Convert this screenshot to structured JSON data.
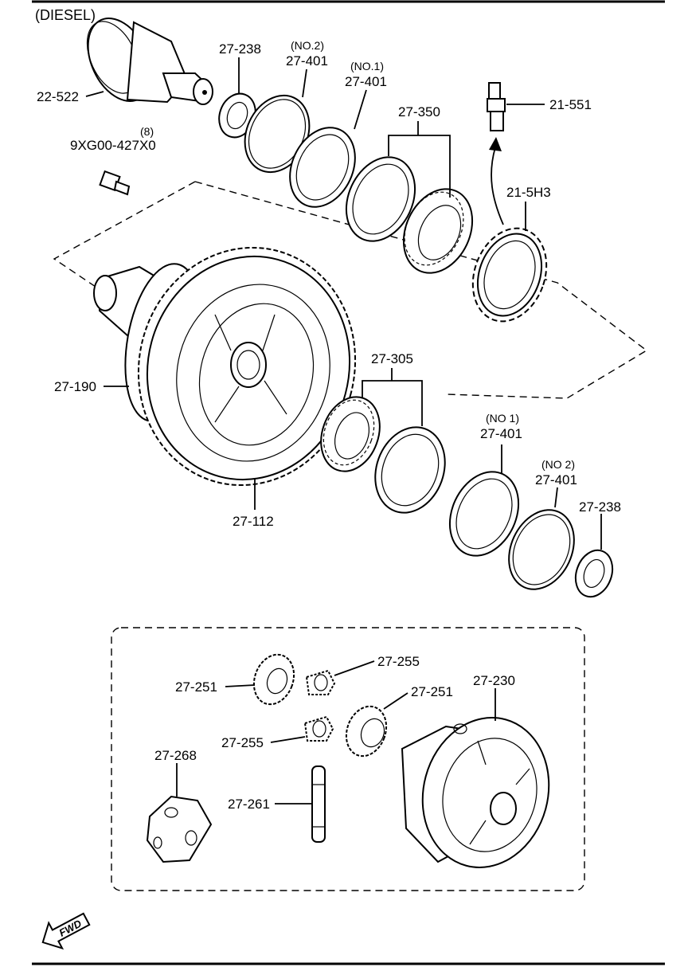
{
  "header": {
    "title": "(DIESEL)"
  },
  "labels": {
    "p22_522": "22-522",
    "p27_238_top": "27-238",
    "p27_401_no2_top_note": "(NO.2)",
    "p27_401_no2_top": "27-401",
    "p27_401_no1_top_note": "(NO.1)",
    "p27_401_no1_top": "27-401",
    "p27_350": "27-350",
    "p21_551": "21-551",
    "bolt_qty": "(8)",
    "p9XG00": "9XG00-427X0",
    "p21_5H3": "21-5H3",
    "p27_190": "27-190",
    "p27_305": "27-305",
    "p27_401_no1_bot_note": "(NO 1)",
    "p27_401_no1_bot": "27-401",
    "p27_401_no2_bot_note": "(NO 2)",
    "p27_401_no2_bot": "27-401",
    "p27_238_bot": "27-238",
    "p27_112": "27-112",
    "p27_255_a": "27-255",
    "p27_251_a": "27-251",
    "p27_230": "27-230",
    "p27_251_b": "27-251",
    "p27_255_b": "27-255",
    "p27_268": "27-268",
    "p27_261": "27-261"
  },
  "fwd": {
    "label": "FWD"
  }
}
